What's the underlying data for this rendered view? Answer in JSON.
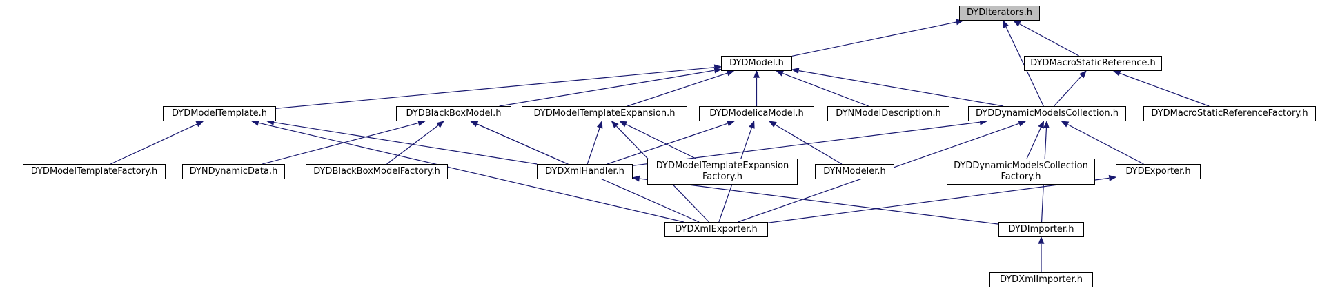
{
  "graph": {
    "colors": {
      "edge": "#191970",
      "node_border": "#000000",
      "root_fill": "#bfbfbf",
      "node_fill": "#ffffff"
    },
    "nodes": {
      "iterators": "DYDIterators.h",
      "model": "DYDModel.h",
      "macro_static_ref": "DYDMacroStaticReference.h",
      "model_template": "DYDModelTemplate.h",
      "blackbox_model": "DYDBlackBoxModel.h",
      "model_template_expansion": "DYDModelTemplateExpansion.h",
      "modelica_model": "DYDModelicaModel.h",
      "dyn_model_description": "DYNModelDescription.h",
      "dynamic_models_collection": "DYDDynamicModelsCollection.h",
      "macro_static_ref_factory": "DYDMacroStaticReferenceFactory.h",
      "model_template_factory": "DYDModelTemplateFactory.h",
      "dyn_dynamic_data": "DYNDynamicData.h",
      "blackbox_model_factory": "DYDBlackBoxModelFactory.h",
      "xml_handler": "DYDXmlHandler.h",
      "model_template_expansion_factory": "DYDModelTemplateExpansion\nFactory.h",
      "dyn_modeler": "DYNModeler.h",
      "dynamic_models_collection_factory": "DYDDynamicModelsCollection\nFactory.h",
      "exporter": "DYDExporter.h",
      "xml_exporter": "DYDXmlExporter.h",
      "importer": "DYDImporter.h",
      "xml_importer": "DYDXmlImporter.h"
    },
    "edges": [
      [
        "iterators",
        "model"
      ],
      [
        "iterators",
        "macro_static_ref"
      ],
      [
        "iterators",
        "dynamic_models_collection"
      ],
      [
        "model",
        "model_template"
      ],
      [
        "model",
        "blackbox_model"
      ],
      [
        "model",
        "model_template_expansion"
      ],
      [
        "model",
        "modelica_model"
      ],
      [
        "model",
        "dyn_model_description"
      ],
      [
        "model",
        "dynamic_models_collection"
      ],
      [
        "macro_static_ref",
        "dynamic_models_collection"
      ],
      [
        "macro_static_ref",
        "macro_static_ref_factory"
      ],
      [
        "model_template",
        "model_template_factory"
      ],
      [
        "model_template",
        "xml_handler"
      ],
      [
        "model_template",
        "xml_exporter"
      ],
      [
        "blackbox_model",
        "dyn_dynamic_data"
      ],
      [
        "blackbox_model",
        "blackbox_model_factory"
      ],
      [
        "blackbox_model",
        "xml_handler"
      ],
      [
        "blackbox_model",
        "xml_exporter"
      ],
      [
        "model_template_expansion",
        "xml_handler"
      ],
      [
        "model_template_expansion",
        "model_template_expansion_factory"
      ],
      [
        "model_template_expansion",
        "xml_exporter"
      ],
      [
        "modelica_model",
        "xml_handler"
      ],
      [
        "modelica_model",
        "dyn_modeler"
      ],
      [
        "modelica_model",
        "xml_exporter"
      ],
      [
        "dynamic_models_collection",
        "xml_handler"
      ],
      [
        "dynamic_models_collection",
        "dynamic_models_collection_factory"
      ],
      [
        "dynamic_models_collection",
        "exporter"
      ],
      [
        "dynamic_models_collection",
        "xml_exporter"
      ],
      [
        "dynamic_models_collection",
        "importer"
      ],
      [
        "xml_handler",
        "importer"
      ],
      [
        "exporter",
        "xml_exporter"
      ],
      [
        "importer",
        "xml_importer"
      ]
    ]
  }
}
